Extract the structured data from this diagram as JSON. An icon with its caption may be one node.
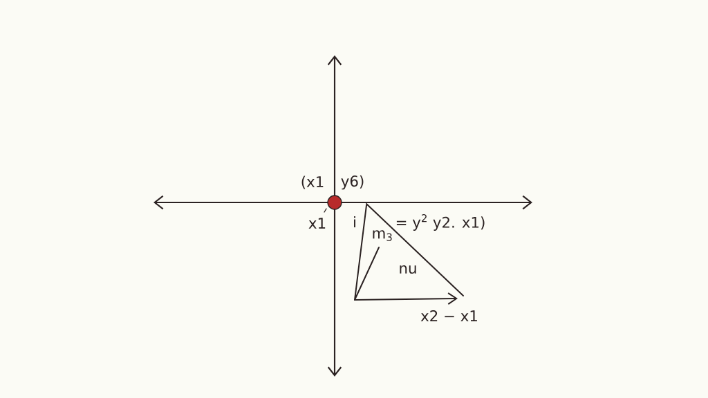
{
  "diagram": {
    "labels": [
      "(x1",
      "y6)",
      "x1",
      "i",
      "= y$^{2}$ y2. x1)",
      "m$_{3}$",
      "nu",
      "x2 − x1"
    ]
  }
}
